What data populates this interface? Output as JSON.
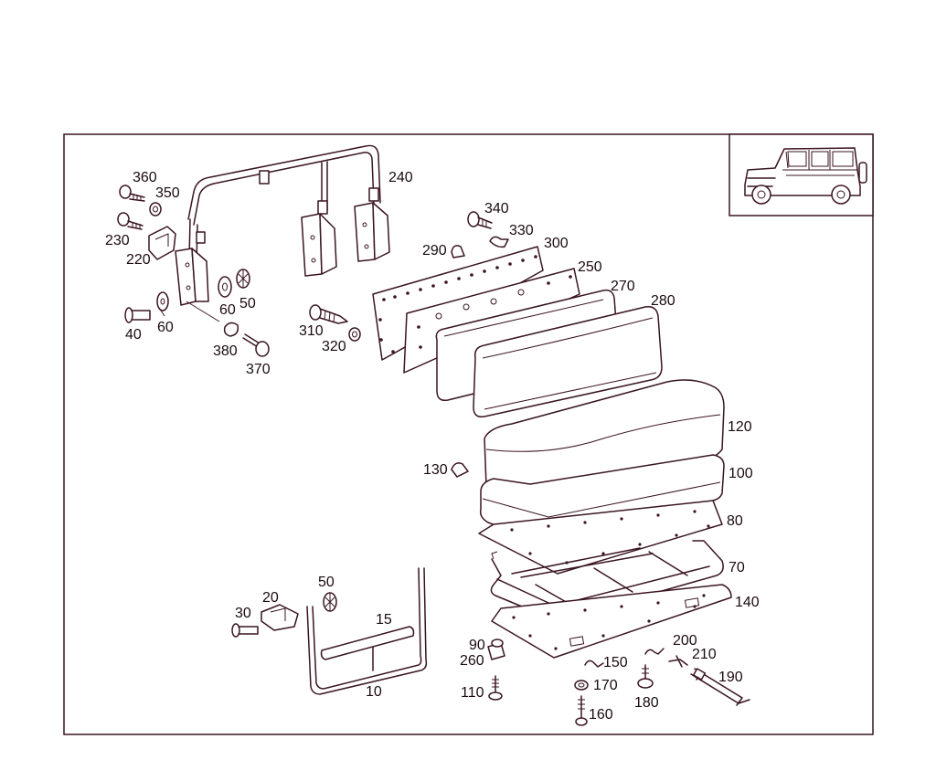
{
  "colors": {
    "line": "#3a1520",
    "background": "#ffffff",
    "text": "#1a0a0e"
  },
  "inset": {
    "icon": "suv-vehicle-icon"
  },
  "labels": {
    "p10": "10",
    "p15": "15",
    "p20": "20",
    "p30": "30",
    "p40": "40",
    "p50a": "50",
    "p50b": "50",
    "p60a": "60",
    "p60b": "60",
    "p70": "70",
    "p80": "80",
    "p90": "90",
    "p100": "100",
    "p110": "110",
    "p120": "120",
    "p130": "130",
    "p140": "140",
    "p150": "150",
    "p160": "160",
    "p170": "170",
    "p180": "180",
    "p190": "190",
    "p200": "200",
    "p210": "210",
    "p220": "220",
    "p230": "230",
    "p240": "240",
    "p250": "250",
    "p260": "260",
    "p270": "270",
    "p280": "280",
    "p290": "290",
    "p300": "300",
    "p310": "310",
    "p320": "320",
    "p330": "330",
    "p340": "340",
    "p350": "350",
    "p360": "360",
    "p370": "370",
    "p380": "380"
  }
}
